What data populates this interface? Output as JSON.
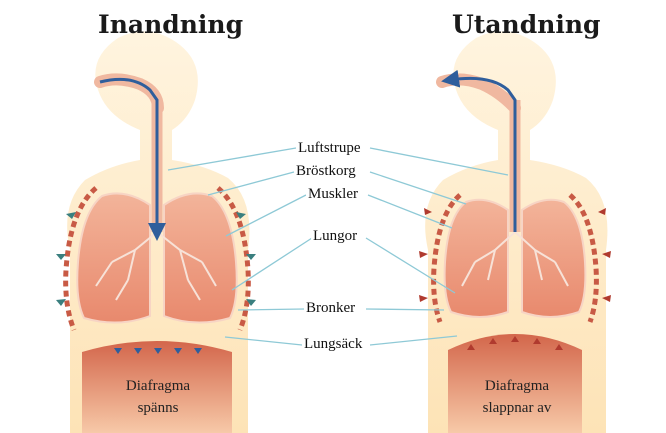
{
  "panels": {
    "left_title": "Inandning",
    "right_title": "Utandning"
  },
  "labels": {
    "trachea": "Luftstrupe",
    "ribcage": "Bröstkorg",
    "muscles": "Muskler",
    "lungs": "Lungor",
    "bronchi": "Bronker",
    "pleura": "Lungsäck"
  },
  "diaphragm": {
    "left_line1": "Diafragma",
    "left_line2": "spänns",
    "right_line1": "Diafragma",
    "right_line2": "slappnar av"
  },
  "colors": {
    "body_fill": "#fde8c4",
    "lung_fill": "#f0a58a",
    "diaphragm_fill": "#c8533a",
    "air_arrow": "#2f5e9c",
    "outward_arrow": "#3a7f7f",
    "inward_arrow": "#b03a2e",
    "leader_line": "#8ec9d6"
  }
}
